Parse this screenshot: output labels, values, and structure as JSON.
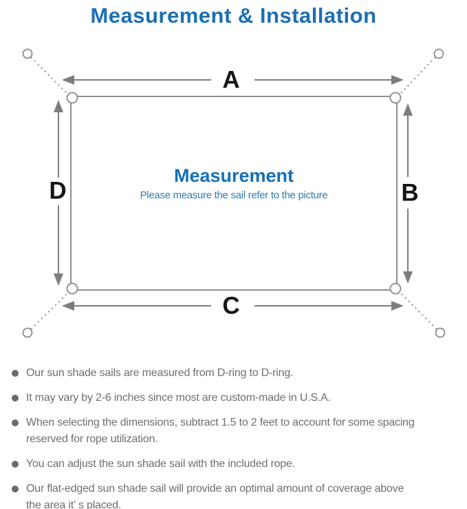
{
  "title": "Measurement & Installation",
  "diagram": {
    "labels": {
      "a": "A",
      "b": "B",
      "c": "C",
      "d": "D"
    },
    "center_title": "Measurement",
    "center_subtitle": "Please measure the sail refer to the picture"
  },
  "bullets": [
    "Our sun shade sails are measured from D-ring to D-ring.",
    "It may vary by 2-6 inches since most are custom-made in U.S.A.",
    "When selecting the dimensions, subtract 1.5 to 2 feet to account for some spacing\nreserved for rope utilization.",
    "You can adjust the sun shade sail with the included rope.",
    "Our flat-edged sun shade sail will provide an optimal amount of coverage above\nthe area it’ s placed."
  ],
  "colors": {
    "accent_blue": "#1b6fb5",
    "center_subtitle_blue": "#2f7cb3",
    "diagram_line_gray": "#7e7e7e",
    "outline_gray": "#8e8e8e",
    "body_text_gray": "#6e6e6e",
    "label_black": "#161616"
  }
}
